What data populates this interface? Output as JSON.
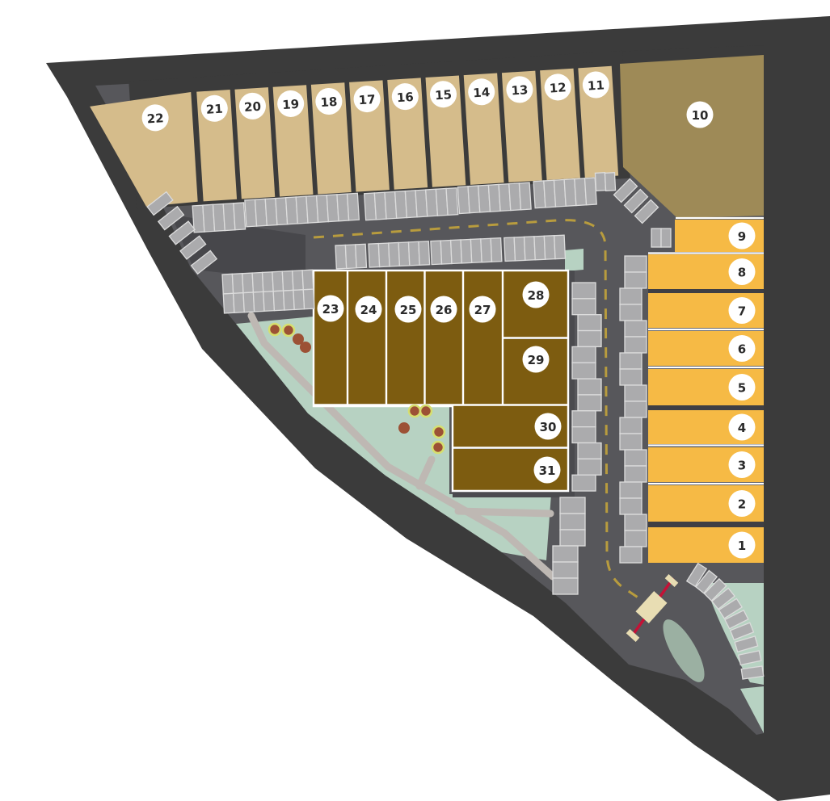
{
  "plan": {
    "lots": {
      "1": {
        "number": "1"
      },
      "2": {
        "number": "2"
      },
      "3": {
        "number": "3"
      },
      "4": {
        "number": "4"
      },
      "5": {
        "number": "5"
      },
      "6": {
        "number": "6"
      },
      "7": {
        "number": "7"
      },
      "8": {
        "number": "8"
      },
      "9": {
        "number": "9"
      },
      "10": {
        "number": "10"
      },
      "11": {
        "number": "11"
      },
      "12": {
        "number": "12"
      },
      "13": {
        "number": "13"
      },
      "14": {
        "number": "14"
      },
      "15": {
        "number": "15"
      },
      "16": {
        "number": "16"
      },
      "17": {
        "number": "17"
      },
      "18": {
        "number": "18"
      },
      "19": {
        "number": "19"
      },
      "20": {
        "number": "20"
      },
      "21": {
        "number": "21"
      },
      "22": {
        "number": "22"
      },
      "23": {
        "number": "23"
      },
      "24": {
        "number": "24"
      },
      "25": {
        "number": "25"
      },
      "26": {
        "number": "26"
      },
      "27": {
        "number": "27"
      },
      "28": {
        "number": "28"
      },
      "29": {
        "number": "29"
      },
      "30": {
        "number": "30"
      },
      "31": {
        "number": "31"
      }
    },
    "groups": {
      "north_row": {
        "category": "tan",
        "lot_ids": [
          "22",
          "21",
          "20",
          "19",
          "18",
          "17",
          "16",
          "15",
          "14",
          "13",
          "12",
          "11"
        ]
      },
      "northeast": {
        "category": "olive",
        "lot_ids": [
          "10"
        ]
      },
      "east_column": {
        "category": "amber",
        "lot_ids": [
          "9",
          "8",
          "7",
          "6",
          "5",
          "4",
          "3",
          "2",
          "1"
        ]
      },
      "central_block": {
        "category": "brown",
        "lot_ids": [
          "23",
          "24",
          "25",
          "26",
          "27",
          "28",
          "29",
          "30",
          "31"
        ]
      }
    },
    "colors": {
      "background": "#ffffff",
      "boundary": "#3b3b3b",
      "road": "#57575b",
      "road_dark": "#47474b",
      "block_shadow": "#4a4a4e",
      "lot_gap": "#3f3f44",
      "lot_tan": "#d5bc8b",
      "lot_olive": "#9e8a57",
      "lot_amber": "#f6ba45",
      "lot_brown": "#7d5c10",
      "lot_border": "#ffffff",
      "green": "#b7d2c2",
      "island_green": "#9bb0a2",
      "parking_fill": "#ababad",
      "parking_stroke": "#dcdcdc",
      "footpath": "#beb8b3",
      "lane_marking": "#b89c3e",
      "gate_red": "#c41236",
      "gate_post": "#e8ddb3",
      "tree": "#9c5135",
      "tree_ring": "#d6df6f",
      "badge_bg": "#ffffff",
      "badge_text": "#2b2b2b"
    }
  }
}
